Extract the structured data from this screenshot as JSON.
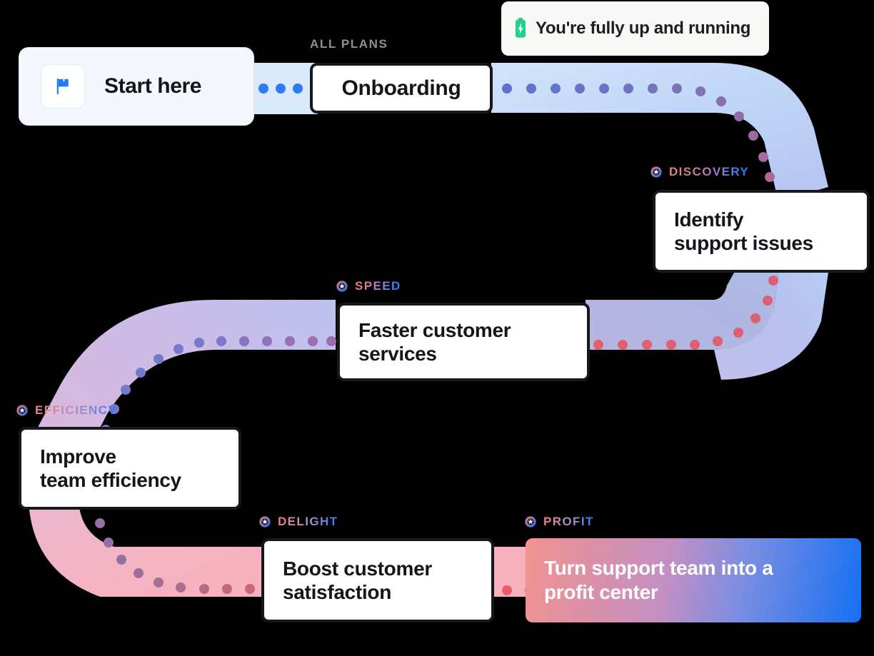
{
  "start": {
    "label": "Start here",
    "icon": "flag-icon",
    "icon_color": "#1f7bf5",
    "bg": "#f4f8fe"
  },
  "tooltip": {
    "text": "You're fully up and running",
    "icon": "battery-charging-icon",
    "icon_color": "#23cf8f",
    "bg": "#f8f8f7"
  },
  "stages": [
    {
      "tag": "ALL PLANS",
      "tag_icon": "none",
      "card_lines": [
        "Onboarding"
      ]
    },
    {
      "tag": "DISCOVERY",
      "tag_icon": "star-circle-icon",
      "card_lines": [
        "Identify",
        "support issues"
      ]
    },
    {
      "tag": "SPEED",
      "tag_icon": "star-circle-icon",
      "card_lines": [
        "Faster customer",
        "services"
      ]
    },
    {
      "tag": "EFFICIENCY",
      "tag_icon": "star-circle-icon",
      "card_lines": [
        "Improve",
        "team efficiency"
      ]
    },
    {
      "tag": "DELIGHT",
      "tag_icon": "star-circle-icon",
      "card_lines": [
        "Boost customer",
        "satisfaction"
      ]
    },
    {
      "tag": "PROFIT",
      "tag_icon": "star-circle-icon",
      "card_lines": [
        "Turn support team into a",
        "profit center"
      ]
    }
  ],
  "cards": {
    "onboarding": {
      "line1": "Onboarding"
    },
    "identify": {
      "line1": "Identify",
      "line2": "support issues"
    },
    "faster": {
      "line1": "Faster customer",
      "line2": "services"
    },
    "improve": {
      "line1": "Improve",
      "line2": "team efficiency"
    },
    "boost": {
      "line1": "Boost customer",
      "line2": "satisfaction"
    },
    "profit": {
      "line1": "Turn support team into a",
      "line2": "profit center"
    }
  },
  "tags": {
    "all_plans": "ALL PLANS",
    "discovery": "DISCOVERY",
    "speed": "SPEED",
    "efficiency": "EFFICIENCY",
    "delight": "DELIGHT",
    "profit": "PROFIT"
  },
  "colors": {
    "path_blue": "#d8e7fb",
    "path_periwinkle": "#b9bfee",
    "path_pink": "#f7b3bf",
    "dot_blue": "#2f7bf5",
    "dot_purple": "#7f7fc9",
    "dot_pink": "#e36379",
    "card_border": "#17181c",
    "card_bg": "#ffffff",
    "profit_gradient_start": "#f2928e",
    "profit_gradient_end": "#1570f3",
    "tag_gradient_start": "#ef7b82",
    "tag_gradient_end": "#2276f5",
    "muted_text": "#8d9099",
    "page_bg": "#000000"
  }
}
